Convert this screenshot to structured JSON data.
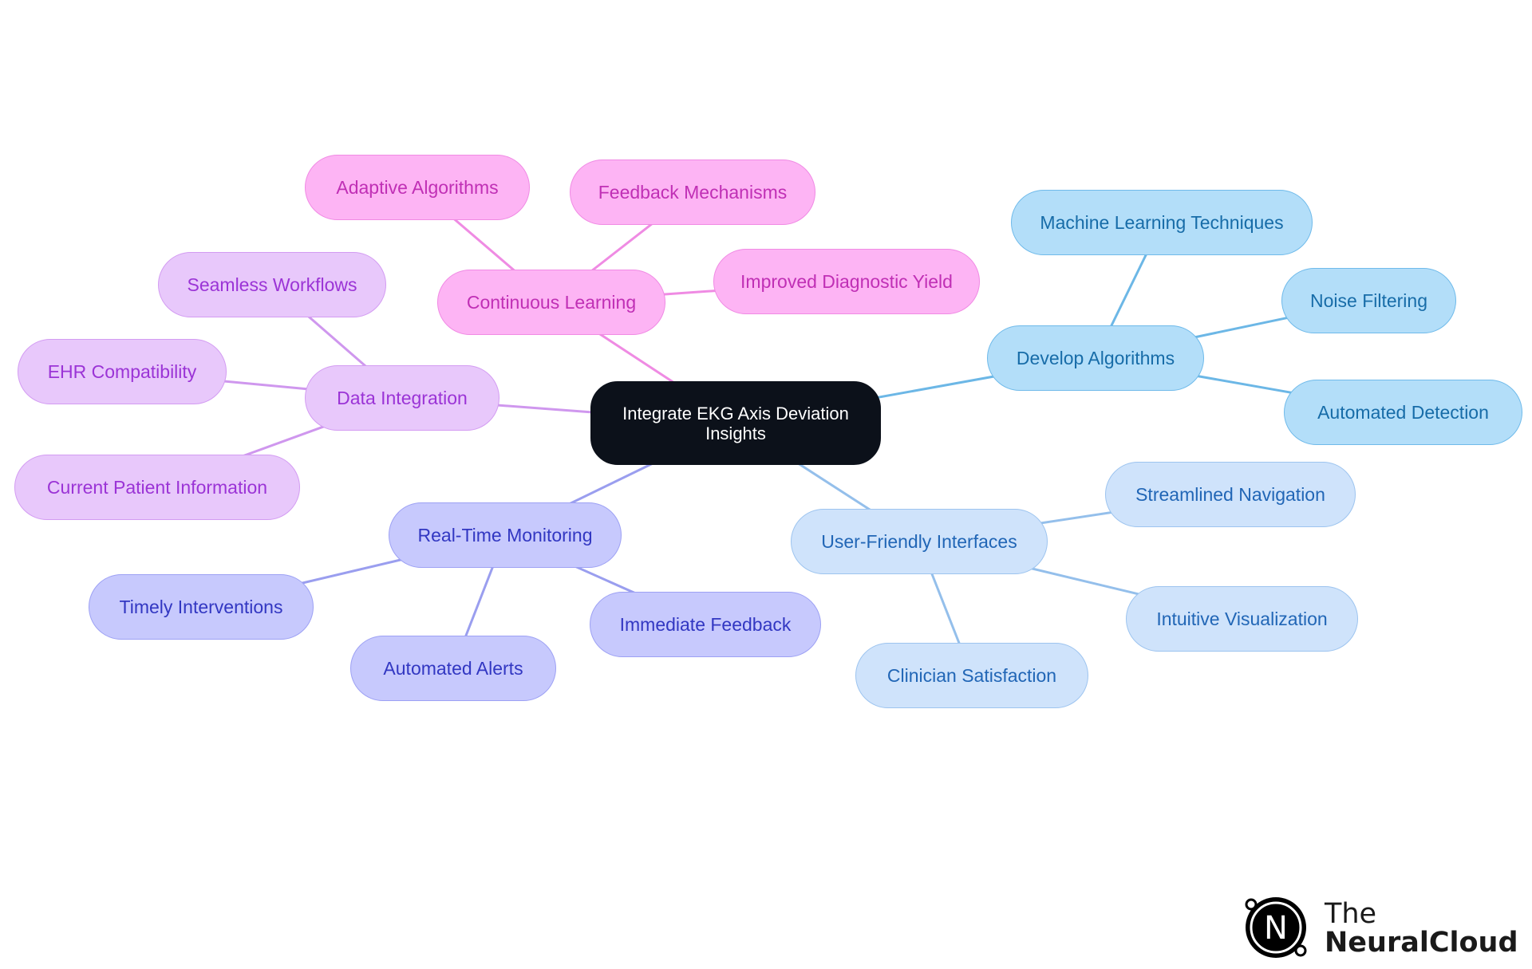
{
  "colors": {
    "root": {
      "bg": "#0c111a",
      "fg": "#ffffff",
      "border": "#0c111a"
    },
    "pink": {
      "bg": "#fdb4f4",
      "fg": "#c02fb5",
      "border": "#f08ae4",
      "line": "#ef8be3"
    },
    "lavender": {
      "bg": "#e8c8fb",
      "fg": "#9b34d6",
      "border": "#d39cf2",
      "line": "#cf97ee"
    },
    "indigo": {
      "bg": "#c7c9fd",
      "fg": "#3237c2",
      "border": "#9da1f4",
      "line": "#9a9eef"
    },
    "sky": {
      "bg": "#b3def9",
      "fg": "#176ca8",
      "border": "#6fbaea",
      "line": "#6cb7e6"
    },
    "paleblue": {
      "bg": "#cfe3fb",
      "fg": "#2166b6",
      "border": "#9dc4ef",
      "line": "#94bfeb"
    }
  },
  "mindmap": {
    "root": {
      "label": "Integrate EKG Axis Deviation Insights"
    },
    "branches": [
      {
        "id": "continuous-learning",
        "label": "Continuous Learning",
        "color": "pink",
        "children": [
          "Adaptive Algorithms",
          "Feedback Mechanisms",
          "Improved Diagnostic Yield"
        ]
      },
      {
        "id": "data-integration",
        "label": "Data Integration",
        "color": "lavender",
        "children": [
          "Seamless Workflows",
          "EHR Compatibility",
          "Current Patient Information"
        ]
      },
      {
        "id": "real-time-monitoring",
        "label": "Real-Time Monitoring",
        "color": "indigo",
        "children": [
          "Timely Interventions",
          "Automated Alerts",
          "Immediate Feedback"
        ]
      },
      {
        "id": "develop-algorithms",
        "label": "Develop Algorithms",
        "color": "sky",
        "children": [
          "Machine Learning Techniques",
          "Noise Filtering",
          "Automated Detection"
        ]
      },
      {
        "id": "user-friendly-interfaces",
        "label": "User-Friendly Interfaces",
        "color": "paleblue",
        "children": [
          "Streamlined Navigation",
          "Intuitive Visualization",
          "Clinician Satisfaction"
        ]
      }
    ]
  },
  "logo": {
    "line1": "The",
    "line2": "NeuralCloud",
    "mark": "N"
  }
}
